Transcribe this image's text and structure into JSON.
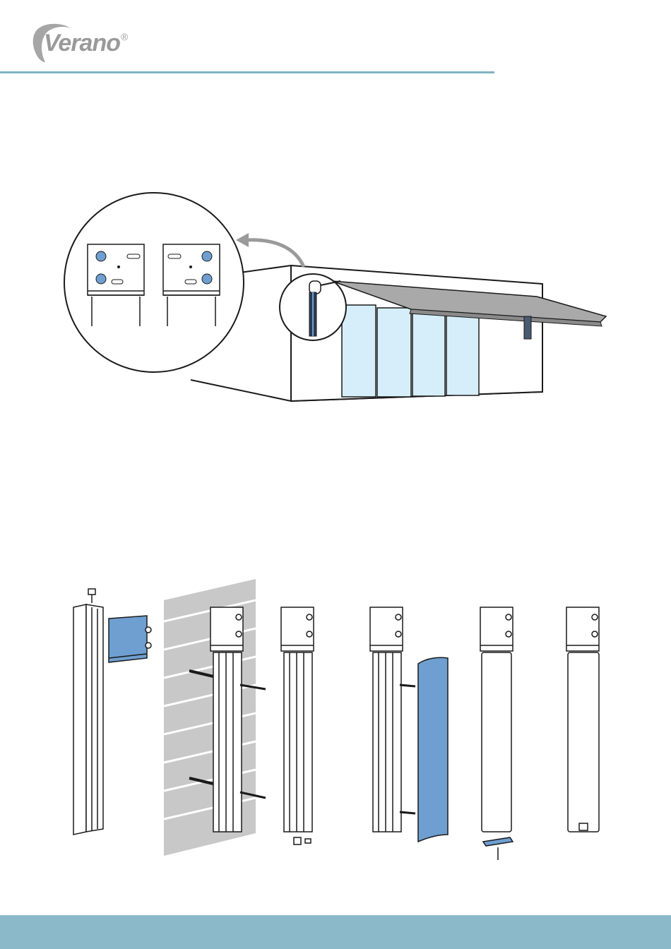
{
  "brand": {
    "name": "Verano",
    "mark": "®"
  },
  "colors": {
    "rule": "#7fb3c2",
    "footer": "#8cb9c9",
    "highlight_blue": "#6e9fd0",
    "awning_grey": "#a9a9a9",
    "glass": "#d6eef9"
  },
  "icons": {
    "arrow": "curved-arrow-icon"
  },
  "illustrations": {
    "overview": "awning-wall-mount-overview",
    "steps": [
      "profile-bracket-assembly",
      "wall-fixing",
      "end-cap-insert",
      "cover-attach",
      "bottom-cap-fix",
      "finished-post"
    ]
  }
}
